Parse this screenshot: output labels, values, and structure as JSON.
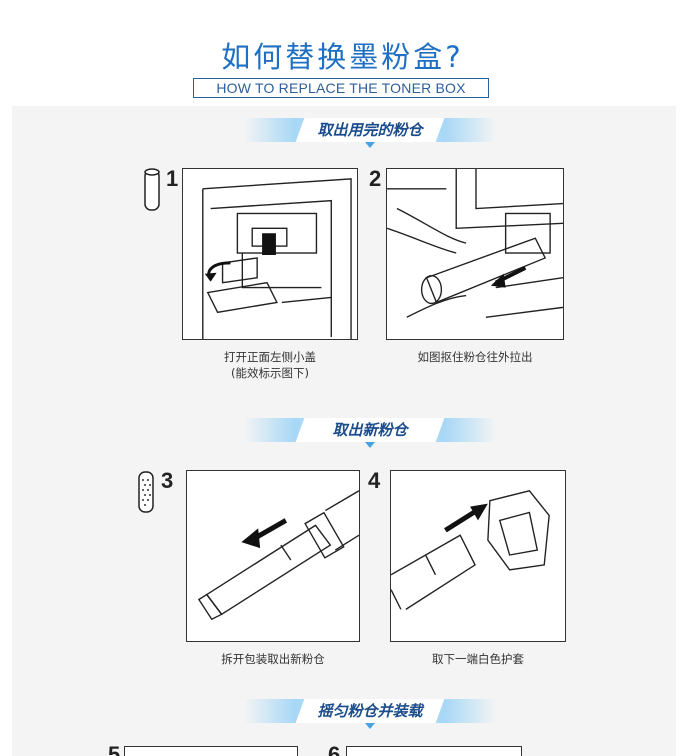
{
  "header": {
    "title": "如何替换墨粉盒?",
    "subtitle": "HOW TO REPLACE THE TONER BOX"
  },
  "sections": [
    {
      "heading": "取出用完的粉仓",
      "steps": [
        {
          "number": "1",
          "caption_lines": [
            "打开正面左侧小盖",
            "(能效标示图下)"
          ]
        },
        {
          "number": "2",
          "caption_lines": [
            "如图抠住粉仓往外拉出"
          ]
        }
      ]
    },
    {
      "heading": "取出新粉仓",
      "steps": [
        {
          "number": "3",
          "caption_lines": [
            "拆开包装取出新粉仓"
          ]
        },
        {
          "number": "4",
          "caption_lines": [
            "取下一端白色护套"
          ]
        }
      ]
    },
    {
      "heading": "摇匀粉仓并装载",
      "steps": [
        {
          "number": "5"
        },
        {
          "number": "6"
        }
      ]
    }
  ],
  "colors": {
    "title": "#1f6fc2",
    "banner": "#a8d8f6",
    "heading_text": "#1b4c8c",
    "panel_bg": "#f4f4f4"
  }
}
